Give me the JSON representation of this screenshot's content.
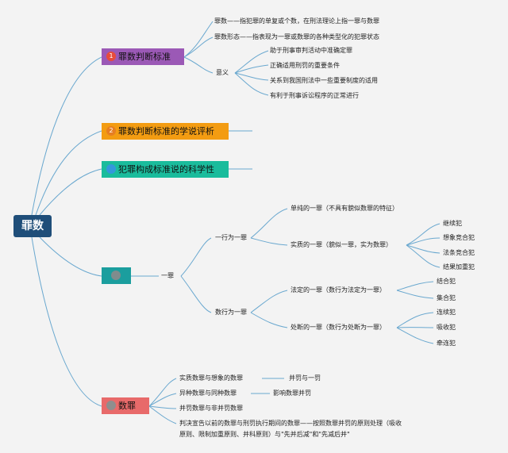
{
  "root": "罪数",
  "branch1": {
    "badge": "1",
    "title": "罪数判断标准",
    "item_count": "罪数——指犯罪的单复或个数，在刑法理论上指一罪与数罪",
    "item_form": "罪数形态——指表现为一罪或数罪的各种类型化的犯罪状态",
    "meaning_label": "意义",
    "meanings": [
      "助于刑事审判活动中准确定罪",
      "正确适用刑罚的重要条件",
      "关系到我国刑法中一些重要制度的适用",
      "有利于刑事诉讼程序的正常进行"
    ]
  },
  "branch2": {
    "badge": "2",
    "title": "罪数判断标准的学说评析"
  },
  "branch3": {
    "title": "犯罪构成标准说的科学性"
  },
  "branch4": {
    "label": "一罪",
    "group_a": {
      "label": "一行为一罪",
      "simple": "单纯的一罪（不具有貌似数罪的特征）",
      "substantive": "实质的一罪（貌似一罪，实为数罪）",
      "substantive_items": [
        "继续犯",
        "想象竞合犯",
        "法条竞合犯",
        "结果加重犯"
      ]
    },
    "group_b": {
      "label": "数行为一罪",
      "statutory": "法定的一罪（数行为法定为一罪）",
      "statutory_items": [
        "结合犯",
        "集合犯"
      ],
      "disposition": "处断的一罪（数行为处断为一罪）",
      "disposition_items": [
        "连续犯",
        "吸收犯",
        "牵连犯"
      ]
    }
  },
  "branch5": {
    "title": "数罪",
    "row1": "实质数罪与想象的数罪",
    "row1_note": "并罚与一罚",
    "row2": "异种数罪与同种数罪",
    "row2_note": "影响数罪并罚",
    "row3": "并罚数罪与非并罚数罪",
    "row4_line1": "判决宣告以前的数罪与刑罚执行期间的数罪——按照数罪并罚的原则处理（吸收",
    "row4_line2": "原则、限制加重原则、并科原则）与\"先并后减\"和\"先减后并\""
  },
  "colors": {
    "branch1": "#9b59b6",
    "branch2": "#f39c12",
    "branch3": "#1abc9c",
    "branch4": "#1b9e9e",
    "branch5": "#e86a6a",
    "root": "#1f4e79",
    "link": "#6aa8cf"
  }
}
